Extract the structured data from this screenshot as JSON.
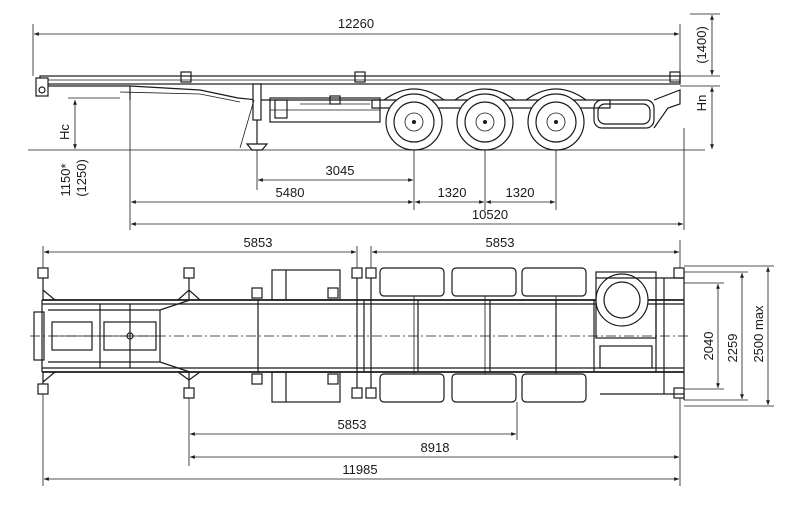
{
  "side_view": {
    "overall_length": "12260",
    "front_height": "(1400)",
    "rear_height_label": "Hn",
    "coupling_height_label": "Hc",
    "coupling_height_value": "1150*",
    "coupling_height_alt": "(1250)",
    "kingpin_to_landing": "3045",
    "kingpin_to_axle1": "5480",
    "axle_spacing_1": "1320",
    "axle_spacing_2": "1320",
    "kingpin_to_rear": "10520"
  },
  "top_view": {
    "front_twistlock_span": "5853",
    "rear_twistlock_span": "5853",
    "inner_width": "2040",
    "mid_width": "2259",
    "max_width": "2500 max",
    "mid_span": "5853",
    "middle_to_rear": "8918",
    "overall_length": "11985"
  }
}
